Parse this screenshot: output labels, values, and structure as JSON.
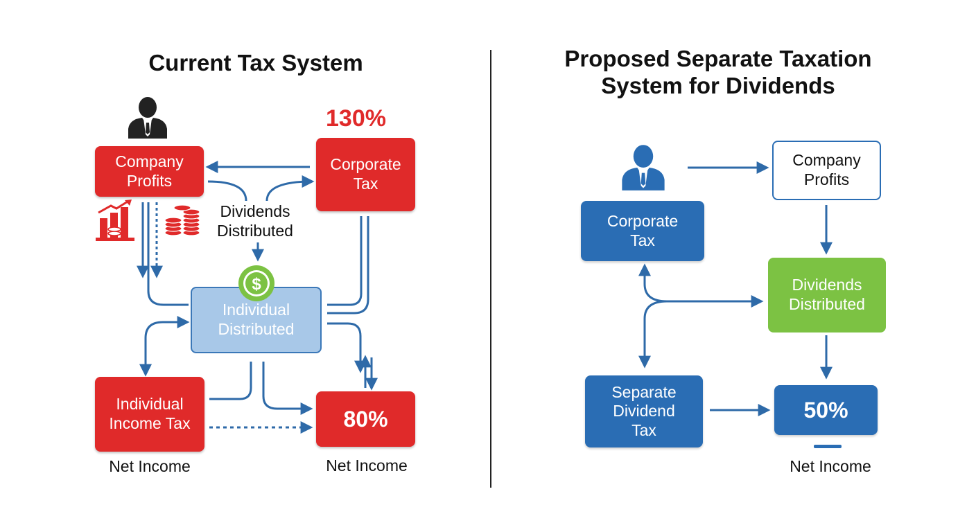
{
  "left": {
    "title": "Current Tax System",
    "company_profits": "Company\nProfits",
    "corporate_tax": "Corporate\nTax",
    "corporate_tax_rate": "130%",
    "dividends_distributed": "Dividends\nDistributed",
    "individual_distributed": "Individual\nDistributed",
    "individual_income_tax": "Individual\nIncome Tax",
    "result_rate": "80%",
    "net_income_left": "Net Income",
    "net_income_right": "Net Income"
  },
  "right": {
    "title": "Proposed Separate Taxation\nSystem for Dividends",
    "corporate_tax": "Corporate\nTax",
    "company_profits": "Company\nProfits",
    "dividends_distributed": "Dividends\nDistributed",
    "separate_dividend_tax": "Separate\nDividend\nTax",
    "result_rate": "50%",
    "net_income": "Net Income"
  },
  "colors": {
    "red": "#e02a2a",
    "blue": "#2a6db4",
    "green": "#7cc243",
    "arrow": "#2e6aa8"
  },
  "icons": [
    "person-icon",
    "bar-chart-icon",
    "coin-stack-icon",
    "dollar-coin-icon"
  ]
}
